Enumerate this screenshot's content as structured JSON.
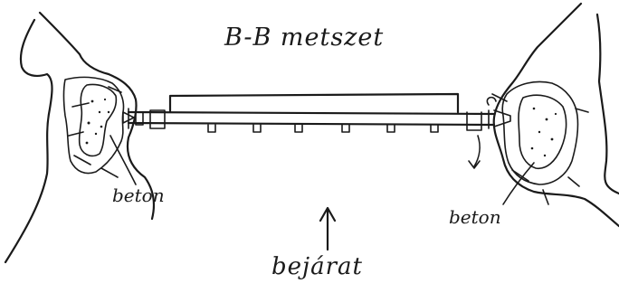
{
  "diagram": {
    "title": "B-B metszet",
    "labels": {
      "beton_left": "beton",
      "beton_right": "beton",
      "entrance": "bejárat"
    }
  }
}
